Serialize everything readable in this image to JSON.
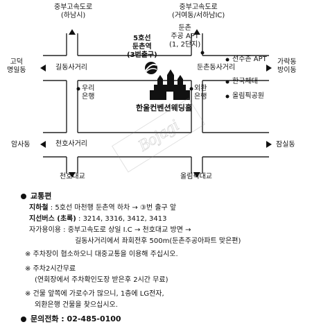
{
  "map": {
    "road_top_left": "중부고속도로\n(하남시)",
    "road_top_right": "중부고속도로\n(거여동/서하남IC)",
    "left_godeok": "고덕\n명일동",
    "right_garak": "가락동\n방이동",
    "left_amsa": "암사동",
    "right_jamsil": "잠실동",
    "gildong_intersection": "길동사거리",
    "dunchon_intersection": "둔촌동사거리",
    "cheonho_intersection": "천호사거리",
    "cheonho_bridge": "천호대교",
    "olympic_bridge": "올림픽대교",
    "station": "5호선\n둔촌역\n(3번출구)",
    "dunchon_apt": "둔촌\n주공 APT\n(1, 2단지)",
    "woori_bank": "우리\n은행",
    "kexim_bank": "외환\n은행",
    "seonsuchon_apt": "선수촌 APT",
    "korea_pe_univ": "한국체대",
    "olympic_park": "올림픽공원",
    "venue": "한울컨벤션웨딩홀",
    "watermark": "Bojagi"
  },
  "info": {
    "transport_title": "교통편",
    "subway_label": "지하철",
    "subway_text": ": 5호선 마천행 둔촌역 하차 → ③번 출구 앞",
    "bus_label": "지선버스 (초록)",
    "bus_text": ": 3214, 3316, 3412, 3413",
    "car_line1": "자가용이용 : 중부고속도로 상일 I.C → 천호대교 방면 →",
    "car_line2": "길동사거리에서 좌회전후 500m(둔촌주공아파트 맞은편)",
    "note1": "※ 주차장이 협소하오니 대중교통을 이용해 주십시오.",
    "note2a": "※ 주차2시간무료",
    "note2b": "(연회장에서 주차확인도장 받은후 2시간 무료)",
    "note3a": "※ 건물 앞쪽에 가로수가 많으니, 1층에 LG전자,",
    "note3b": "외환은행 건물을 찾으십시오.",
    "phone_label": "문의전화 : 02-485-0100"
  }
}
